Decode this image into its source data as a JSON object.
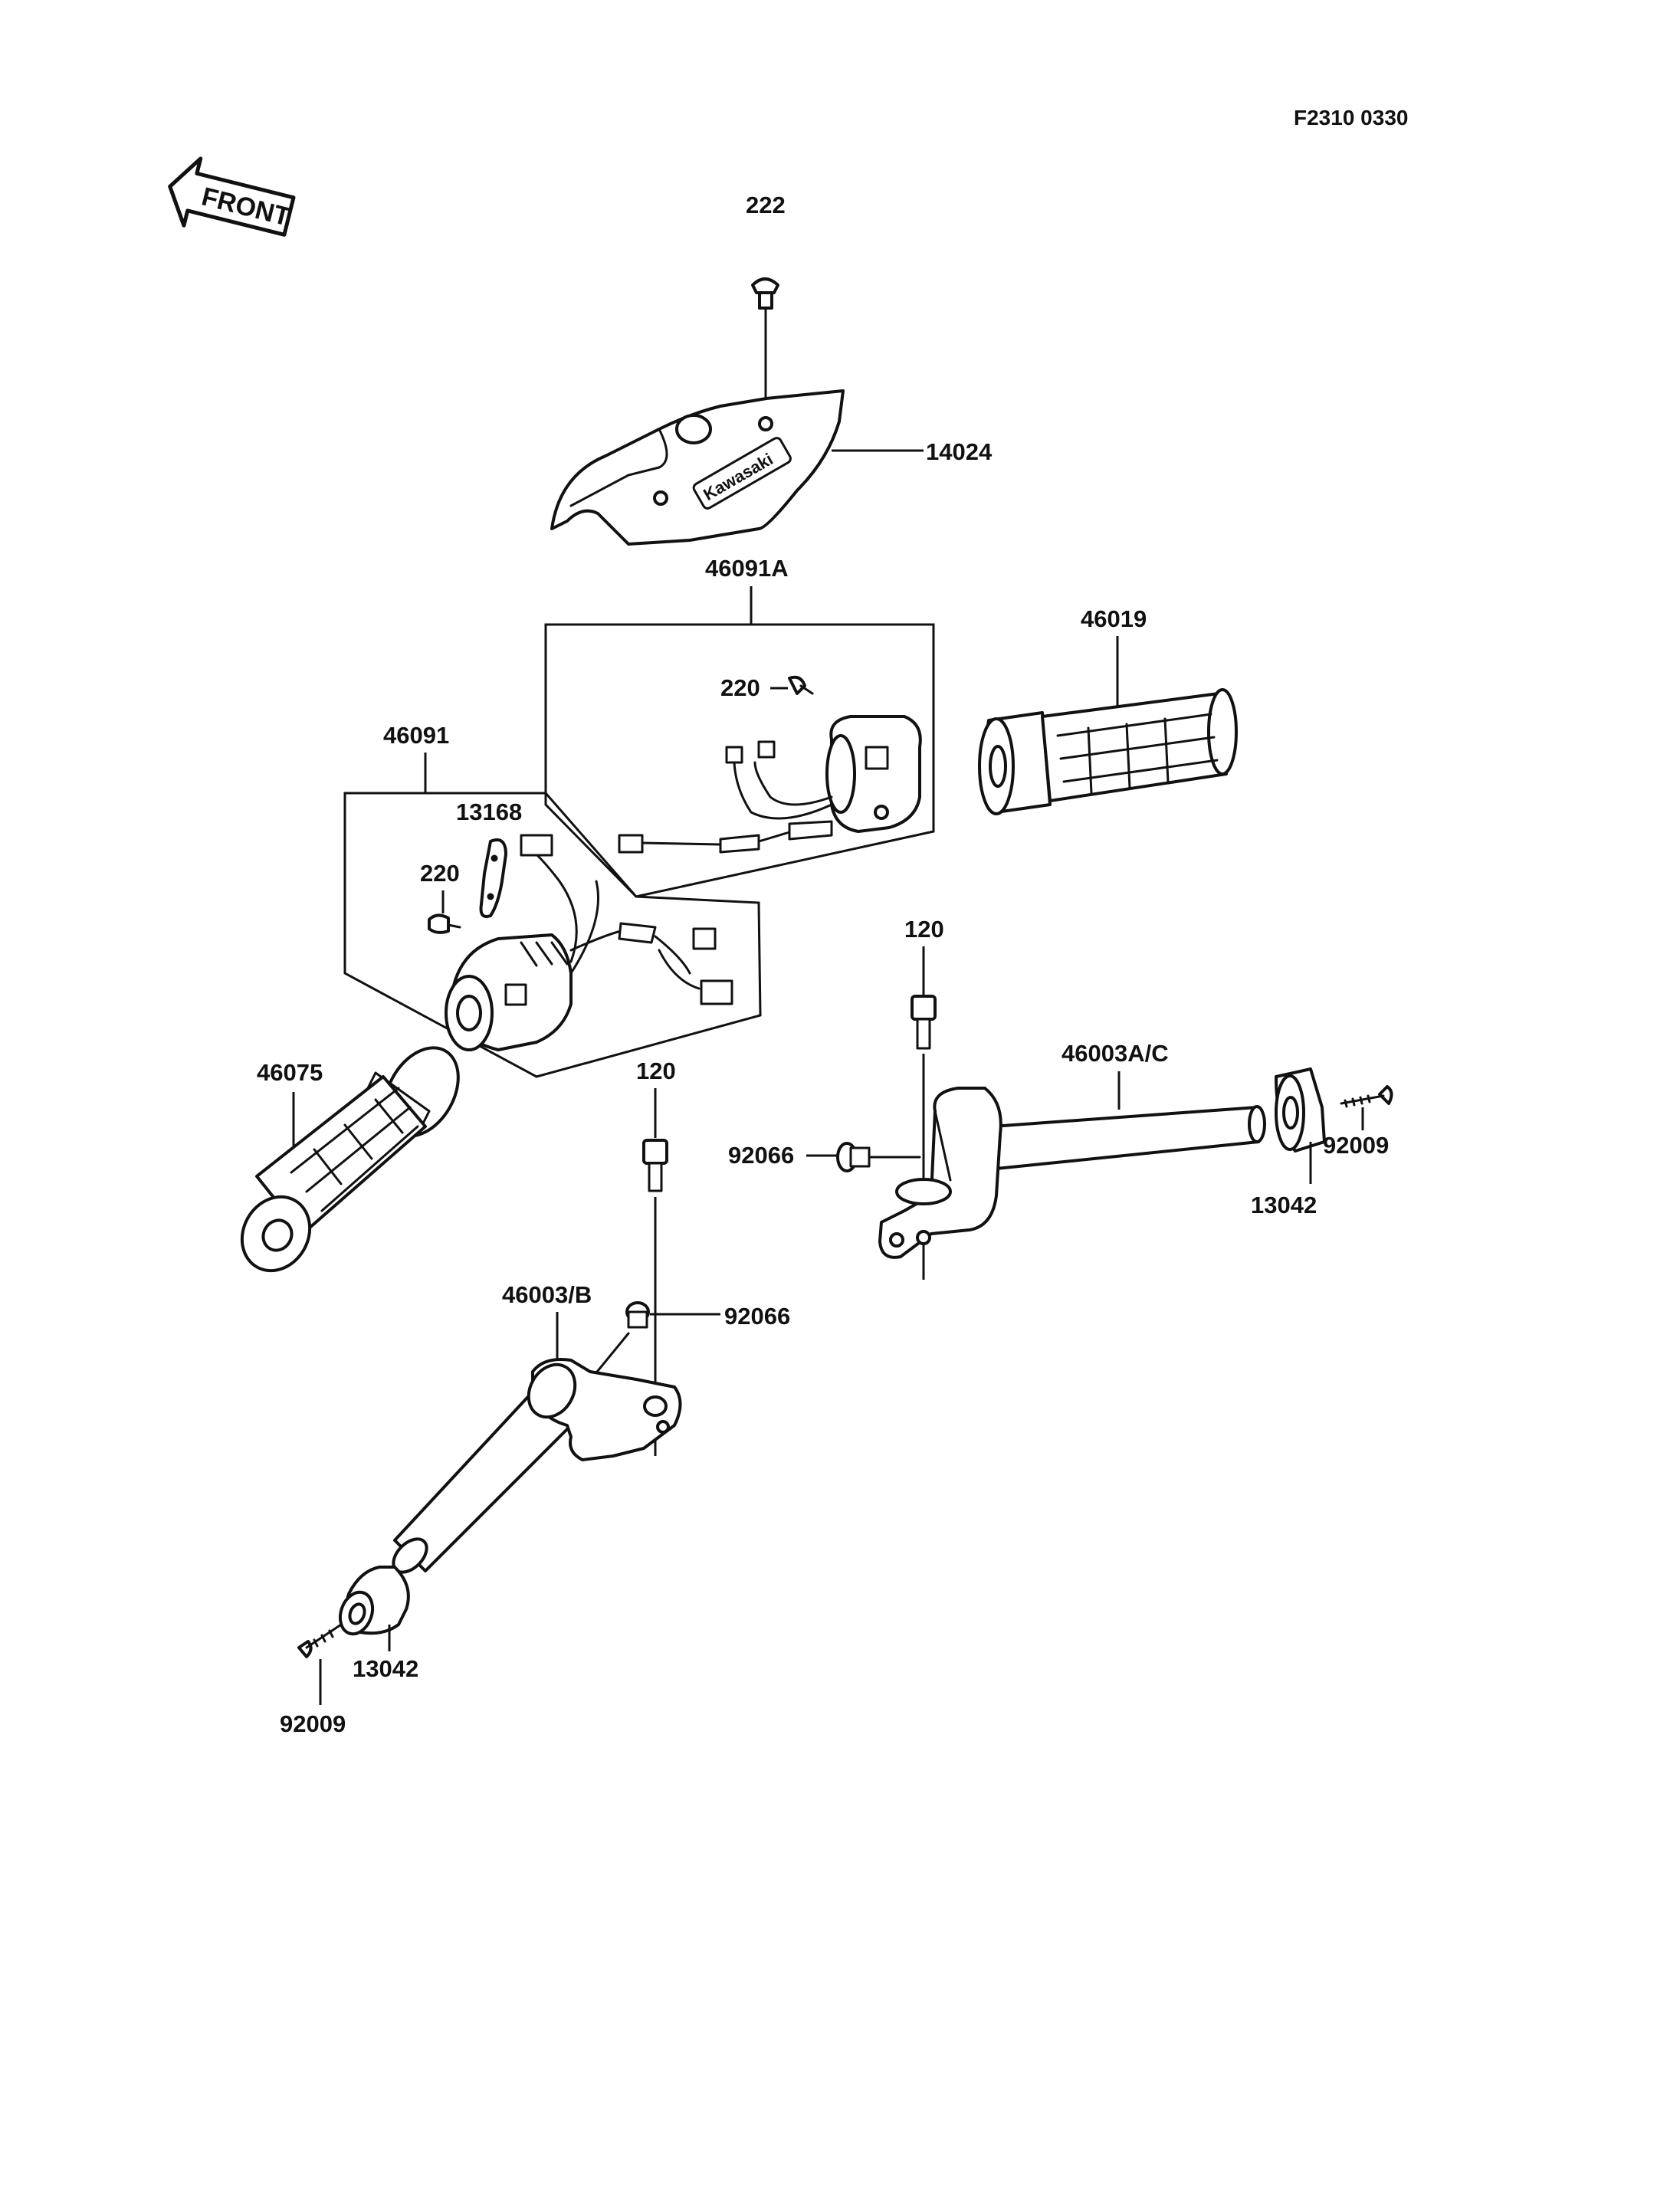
{
  "figure_code": "F2310 0330",
  "front_label": "FRONT",
  "brand_mark": "Kawasaki",
  "part_labels": {
    "screw_222": "222",
    "cover_14024": "14024",
    "switch_46091a": "46091A",
    "screw_220_a": "220",
    "grip_46019": "46019",
    "switch_46091": "46091",
    "plate_13168": "13168",
    "screw_220_b": "220",
    "bolt_120_a": "120",
    "handlebar_46003ac": "46003A/C",
    "grip_46075": "46075",
    "bolt_120_b": "120",
    "plug_92066_a": "92066",
    "weight_13042_a": "13042",
    "screw_92009_a": "92009",
    "handlebar_46003b": "46003/B",
    "plug_92066_b": "92066",
    "weight_13042_b": "13042",
    "screw_92009_b": "92009"
  }
}
